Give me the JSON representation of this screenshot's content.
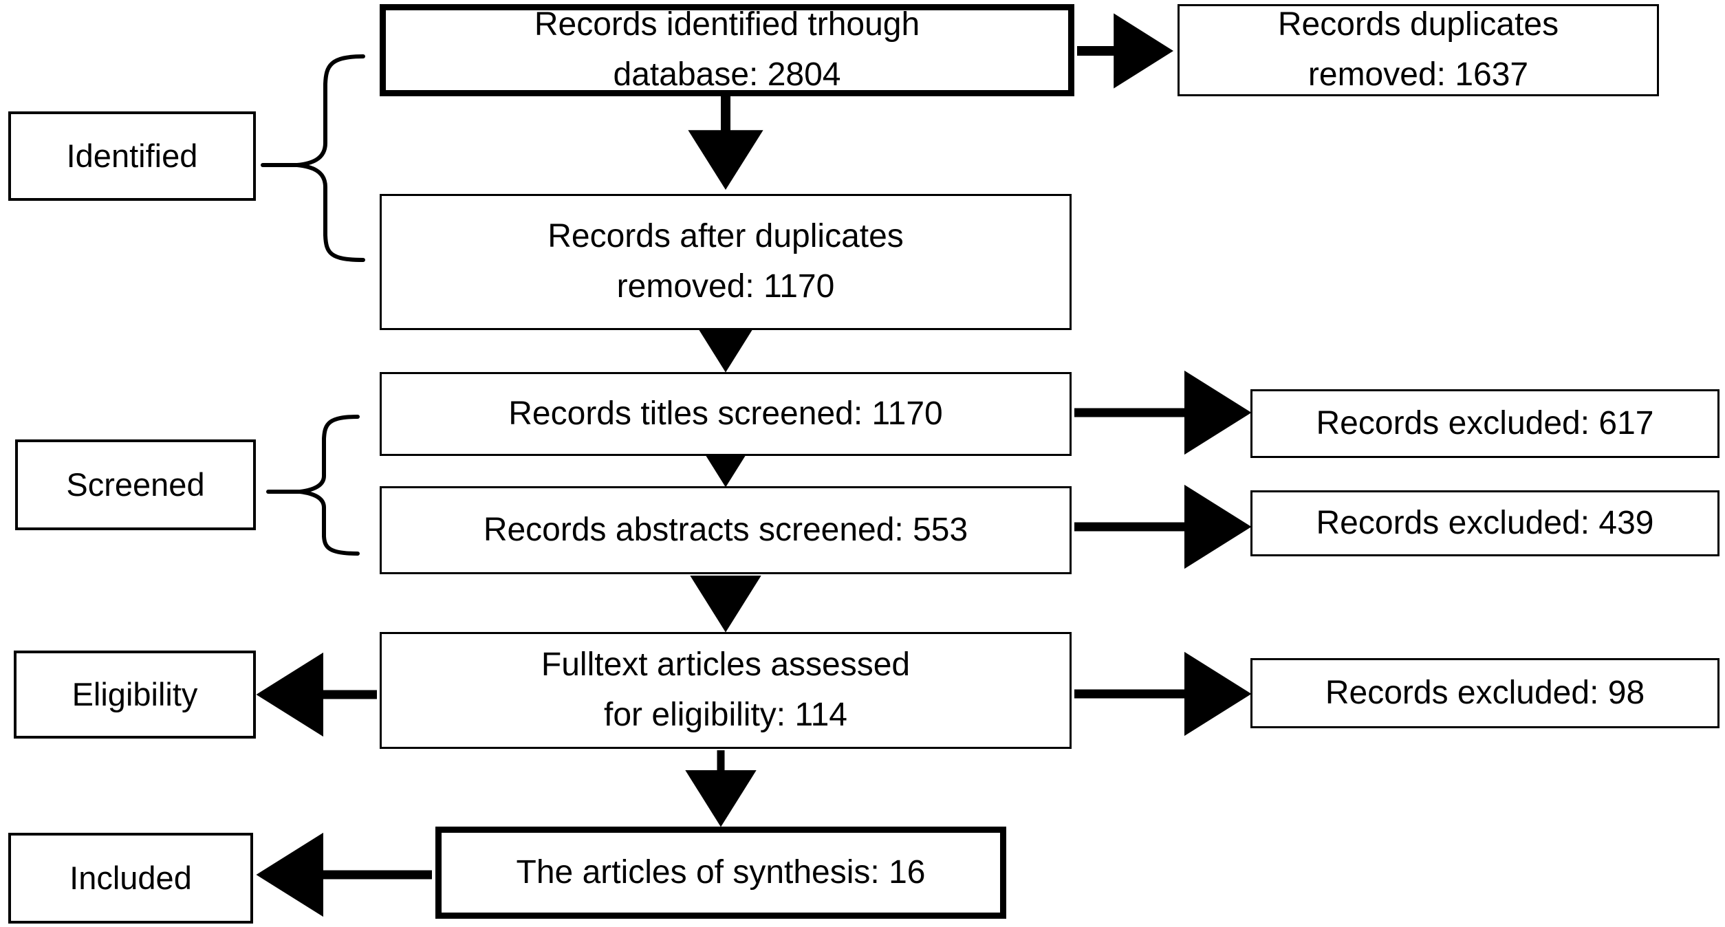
{
  "diagram": {
    "type": "prisma-flow-diagram",
    "stages": [
      {
        "id": "identified",
        "label": "Identified"
      },
      {
        "id": "screened",
        "label": "Screened"
      },
      {
        "id": "eligibility",
        "label": "Eligibility"
      },
      {
        "id": "included",
        "label": "Included"
      }
    ],
    "flow": [
      {
        "id": "identified-db",
        "text": "Records identified trhough\ndatabase: 2804",
        "count": 2804,
        "emphasis": "bold"
      },
      {
        "id": "after-duplicates",
        "text": "Records after duplicates\nremoved: 1170",
        "count": 1170,
        "emphasis": "normal"
      },
      {
        "id": "titles-screened",
        "text": "Records titles screened: 1170",
        "count": 1170,
        "emphasis": "normal"
      },
      {
        "id": "abstracts-screened",
        "text": "Records abstracts screened: 553",
        "count": 553,
        "emphasis": "normal"
      },
      {
        "id": "fulltext-assessed",
        "text": "Fulltext articles assessed\nfor eligibility:  114",
        "count": 114,
        "emphasis": "normal"
      },
      {
        "id": "synthesis",
        "text": "The articles of synthesis: 16",
        "count": 16,
        "emphasis": "bold"
      }
    ],
    "side": [
      {
        "id": "duplicates-removed",
        "text": "Records duplicates\nremoved: 1637",
        "count": 1637
      },
      {
        "id": "excluded-titles",
        "text": "Records excluded: 617",
        "count": 617
      },
      {
        "id": "excluded-abstracts",
        "text": "Records excluded: 439",
        "count": 439
      },
      {
        "id": "excluded-fulltext",
        "text": "Records excluded: 98",
        "count": 98
      }
    ],
    "colors": {
      "stroke": "#000000",
      "background": "#ffffff",
      "text": "#000000"
    }
  }
}
